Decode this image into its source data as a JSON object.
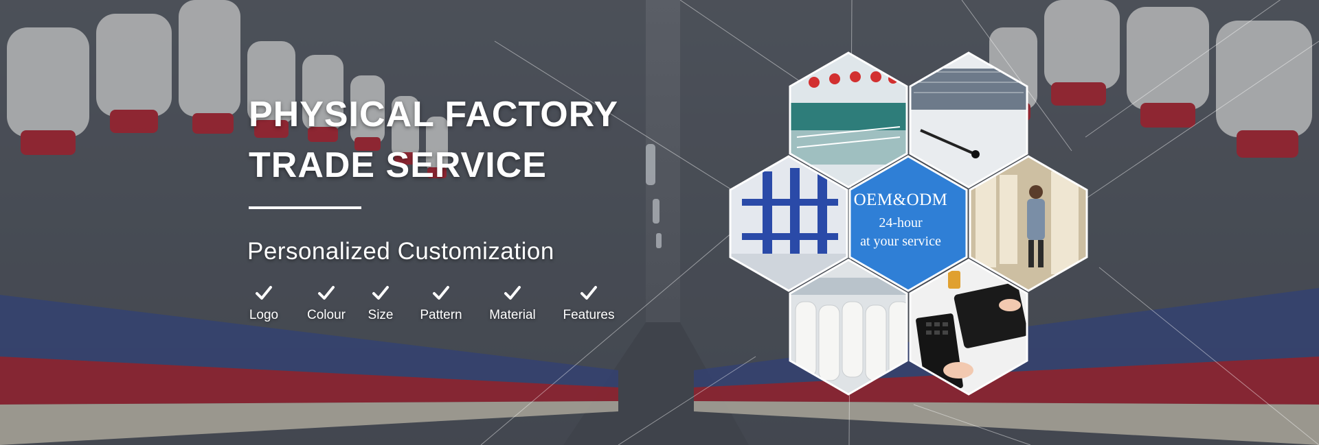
{
  "hero": {
    "headline_line1": "PHYSICAL FACTORY",
    "headline_line2": "TRADE SERVICE",
    "subheadline": "Personalized Customization"
  },
  "features": [
    {
      "label": "Logo",
      "icon": "check-icon"
    },
    {
      "label": "Colour",
      "icon": "check-icon"
    },
    {
      "label": "Size",
      "icon": "check-icon"
    },
    {
      "label": "Pattern",
      "icon": "check-icon"
    },
    {
      "label": "Material",
      "icon": "check-icon"
    },
    {
      "label": "Features",
      "icon": "check-icon"
    }
  ],
  "center_hex": {
    "line1": "OEM&ODM",
    "line2": "24-hour",
    "line3": "at your service"
  },
  "photos": [
    {
      "subject": "spinning-machines-photo"
    },
    {
      "subject": "weaving-loom-photo"
    },
    {
      "subject": "blue-textile-machinery-photo"
    },
    {
      "subject": "yarn-storage-worker-photo"
    },
    {
      "subject": "white-yarn-bobbins-photo"
    },
    {
      "subject": "design-tablet-keyboard-photo"
    }
  ],
  "colors": {
    "center_hex": "#2f7fd6",
    "hex_border": "#ffffff",
    "text": "#ffffff"
  }
}
